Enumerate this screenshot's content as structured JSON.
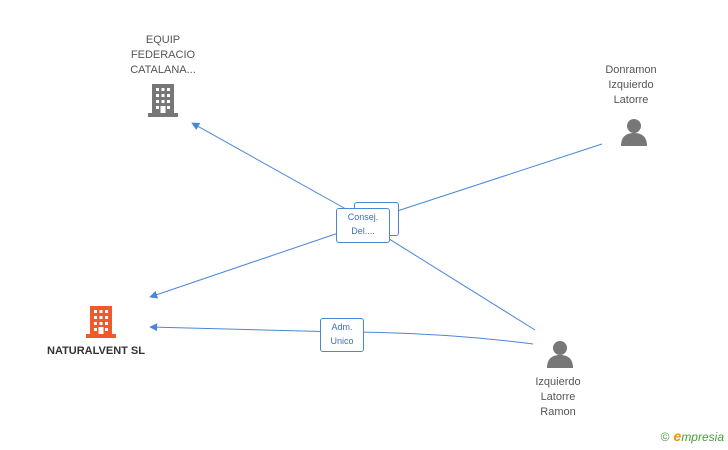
{
  "nodes": {
    "equip": {
      "lines": [
        "EQUIP",
        "FEDERACIO",
        "CATALANA..."
      ],
      "icon": "building-icon",
      "color": "#777777"
    },
    "donramon": {
      "lines": [
        "Donramon",
        "Izquierdo",
        "Latorre"
      ],
      "icon": "person-icon",
      "color": "#777777"
    },
    "naturalvent": {
      "lines": [
        "NATURALVENT SL"
      ],
      "icon": "building-icon",
      "color": "#f05a28"
    },
    "izquierdo": {
      "lines": [
        "Izquierdo",
        "Latorre",
        "Ramon"
      ],
      "icon": "person-icon",
      "color": "#777777"
    }
  },
  "edges": {
    "consej": [
      "Consej.",
      "Del...."
    ],
    "adm": [
      "Adm.",
      "Unico"
    ]
  },
  "colors": {
    "edge": "#4a86d8"
  },
  "brand": {
    "copyright": "©",
    "e": "e",
    "rest": "mpresia"
  }
}
